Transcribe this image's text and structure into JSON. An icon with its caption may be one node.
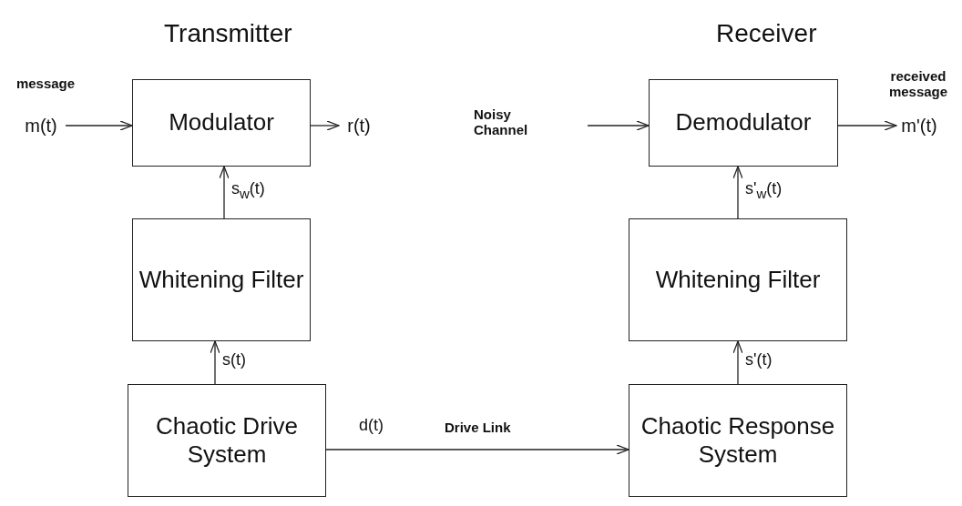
{
  "diagram": {
    "nodes": [
      {
        "text": [
          "m(t)"
        ],
        "beside": [
          "message"
        ]
      },
      {
        "text": [
          "Modulator"
        ]
      },
      {
        "text": [
          "r(t)"
        ]
      },
      {
        "text": [
          "Demodulator"
        ]
      },
      {
        "text": [
          "m'(t)"
        ],
        "beside": [
          "received message"
        ]
      },
      {
        "text": [
          "Whitening Filter"
        ]
      },
      {
        "text": [
          "Whitening Filter"
        ]
      },
      {
        "text": [
          "Chaotic Drive System"
        ]
      },
      {
        "text": [
          "Chaotic Response System"
        ]
      }
    ],
    "edges": [
      {
        "from": 0,
        "to": 1,
        "arrow": "to"
      },
      {
        "from": 1,
        "to": 2,
        "arrow": "to"
      },
      {
        "from": null,
        "to": 3,
        "arrow": "to"
      },
      {
        "from": 3,
        "to": 4,
        "arrow": "to"
      },
      {
        "from": 5,
        "to": 1,
        "arrow": "to",
        "label": "s$_{w}$(t)"
      },
      {
        "from": 6,
        "to": 3,
        "arrow": "to",
        "label": "s'$_{w}$(t)"
      },
      {
        "from": 7,
        "to": 5,
        "arrow": "to",
        "label": "s(t)"
      },
      {
        "from": 8,
        "to": 6,
        "arrow": "to",
        "label": "s'(t)"
      },
      {
        "from": 7,
        "to": 8,
        "arrow": "to",
        "label": "d(t)"
      }
    ],
    "labels": [
      "Transmitter",
      "Receiver",
      "Noisy Channel",
      "Drive Link"
    ]
  }
}
